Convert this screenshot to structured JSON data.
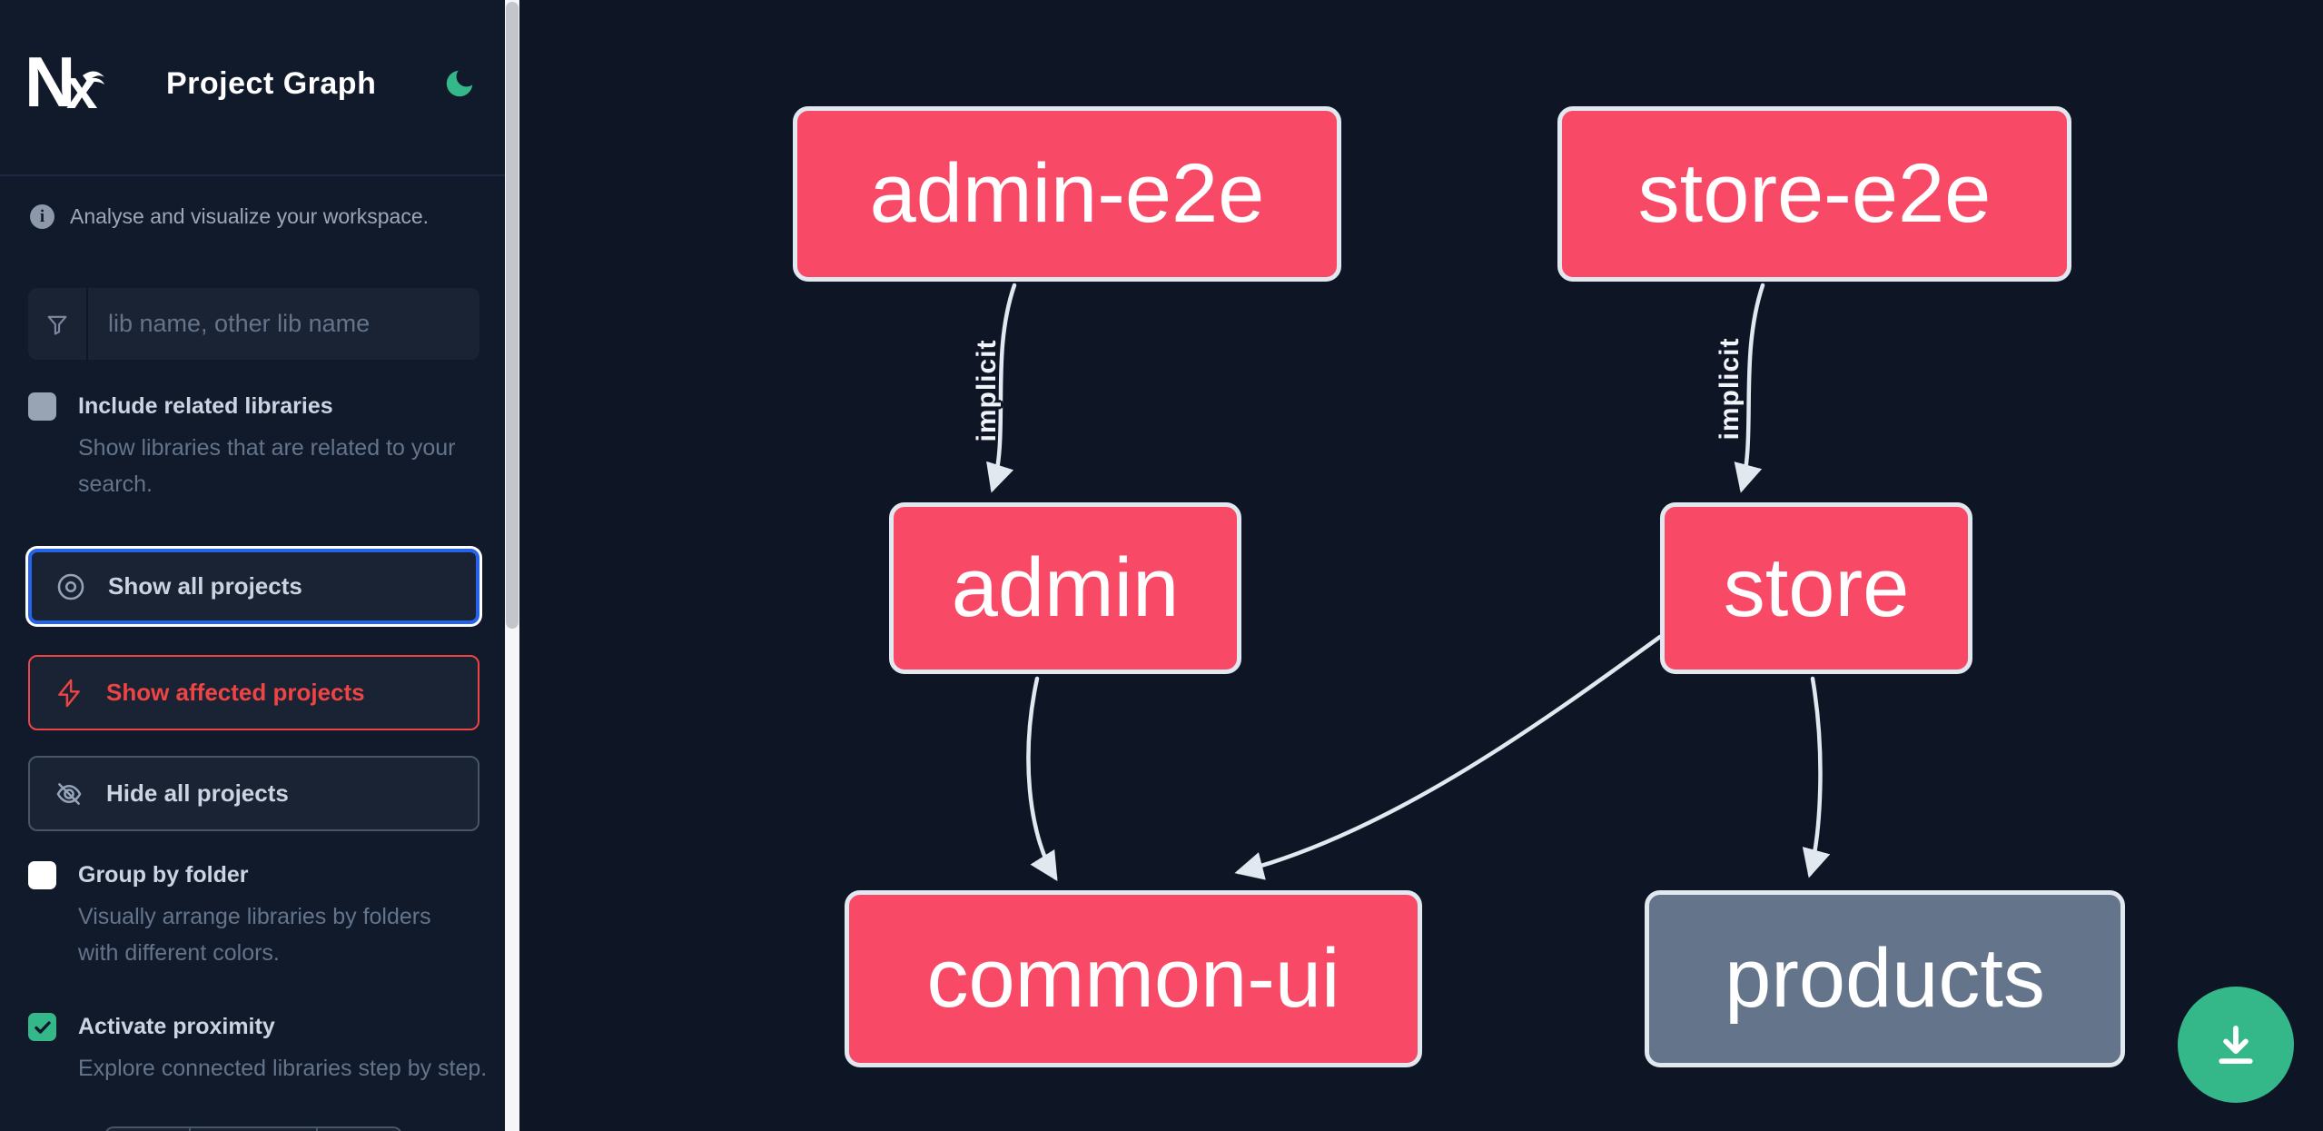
{
  "header": {
    "title": "Project Graph",
    "logo_text": "Nx",
    "theme_toggle_icon": "moon-icon"
  },
  "sidebar": {
    "tagline": "Analyse and visualize your workspace.",
    "search_placeholder": "lib name, other lib name",
    "include_related": {
      "label": "Include related libraries",
      "description": "Show libraries that are related to your search.",
      "checked": false,
      "enabled": false
    },
    "actions": {
      "show_all": "Show all projects",
      "show_affected": "Show affected projects",
      "hide_all": "Hide all projects"
    },
    "group_by_folder": {
      "label": "Group by folder",
      "description": "Visually arrange libraries by folders with different colors.",
      "checked": false
    },
    "activate_proximity": {
      "label": "Activate proximity",
      "description": "Explore connected libraries step by step.",
      "checked": true
    }
  },
  "graph": {
    "nodes": [
      {
        "id": "admin-e2e",
        "label": "admin-e2e",
        "color": "pink"
      },
      {
        "id": "store-e2e",
        "label": "store-e2e",
        "color": "pink"
      },
      {
        "id": "admin",
        "label": "admin",
        "color": "pink"
      },
      {
        "id": "store",
        "label": "store",
        "color": "pink"
      },
      {
        "id": "common-ui",
        "label": "common-ui",
        "color": "pink"
      },
      {
        "id": "products",
        "label": "products",
        "color": "gray"
      }
    ],
    "edges": [
      {
        "from": "admin-e2e",
        "to": "admin",
        "label": "implicit"
      },
      {
        "from": "store-e2e",
        "to": "store",
        "label": "implicit"
      },
      {
        "from": "admin",
        "to": "common-ui",
        "label": ""
      },
      {
        "from": "store",
        "to": "common-ui",
        "label": ""
      },
      {
        "from": "store",
        "to": "products",
        "label": ""
      }
    ]
  },
  "fab": {
    "icon": "download-icon"
  },
  "colors": {
    "sidebar_bg": "#111a2b",
    "canvas_bg": "#0e1525",
    "node_pink": "#f84967",
    "node_gray": "#64748b",
    "node_border": "#e2e8f0",
    "accent_green": "#35b889",
    "focus_blue": "#2563eb",
    "affected_red": "#ef4444"
  }
}
